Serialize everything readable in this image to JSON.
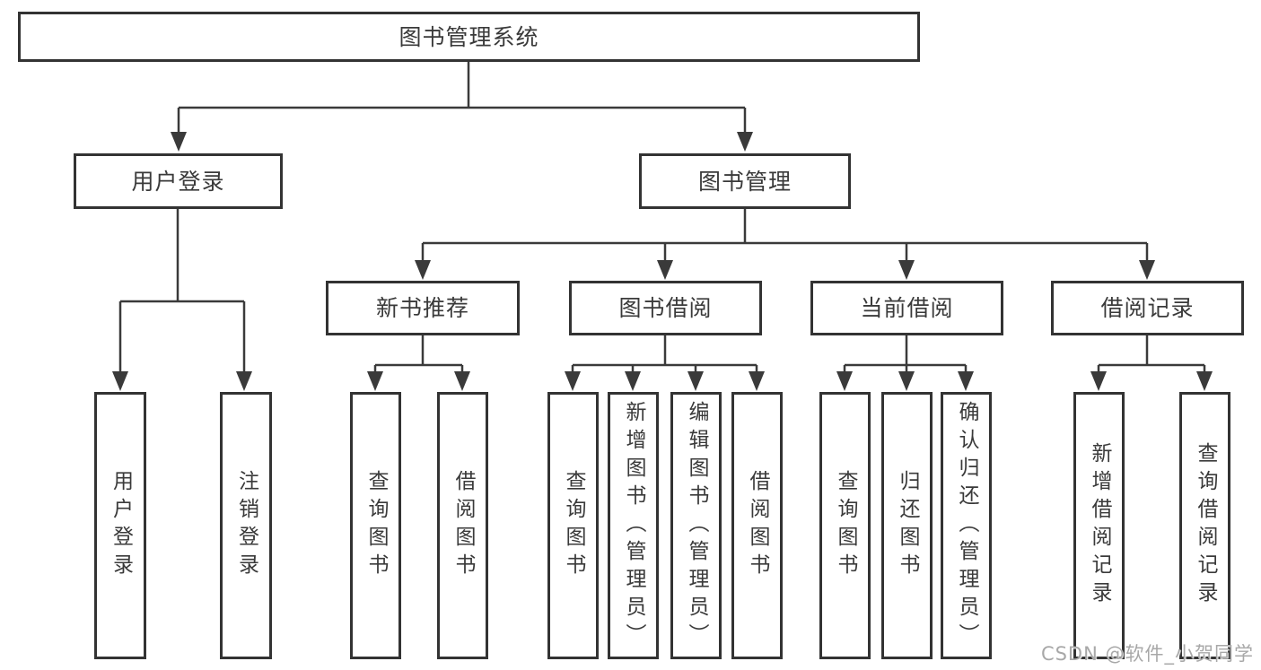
{
  "colors": {
    "line": "#3a3a3a",
    "box_border": "#333333",
    "box_fill": "#ffffff",
    "text": "#3a3a3a",
    "background": "#ffffff",
    "watermark": "#a8a8a8"
  },
  "root": {
    "label": "图书管理系统"
  },
  "level2": {
    "user_login": {
      "label": "用户登录"
    },
    "book_mgmt": {
      "label": "图书管理"
    }
  },
  "level3": {
    "new_books": {
      "label": "新书推荐"
    },
    "book_borrow": {
      "label": "图书借阅"
    },
    "current_borrow": {
      "label": "当前借阅"
    },
    "borrow_records": {
      "label": "借阅记录"
    }
  },
  "leaves": {
    "user_login": [
      "用户登录",
      "注销登录"
    ],
    "new_books": [
      "查询图书",
      "借阅图书"
    ],
    "book_borrow": [
      "查询图书",
      "新增图书（管理员）",
      "编辑图书（管理员）",
      "借阅图书"
    ],
    "current_borrow": [
      "查询图书",
      "归还图书",
      "确认归还（管理员）"
    ],
    "borrow_records": [
      "新增借阅记录",
      "查询借阅记录"
    ]
  },
  "watermark": "CSDN @软件_小贺同学"
}
